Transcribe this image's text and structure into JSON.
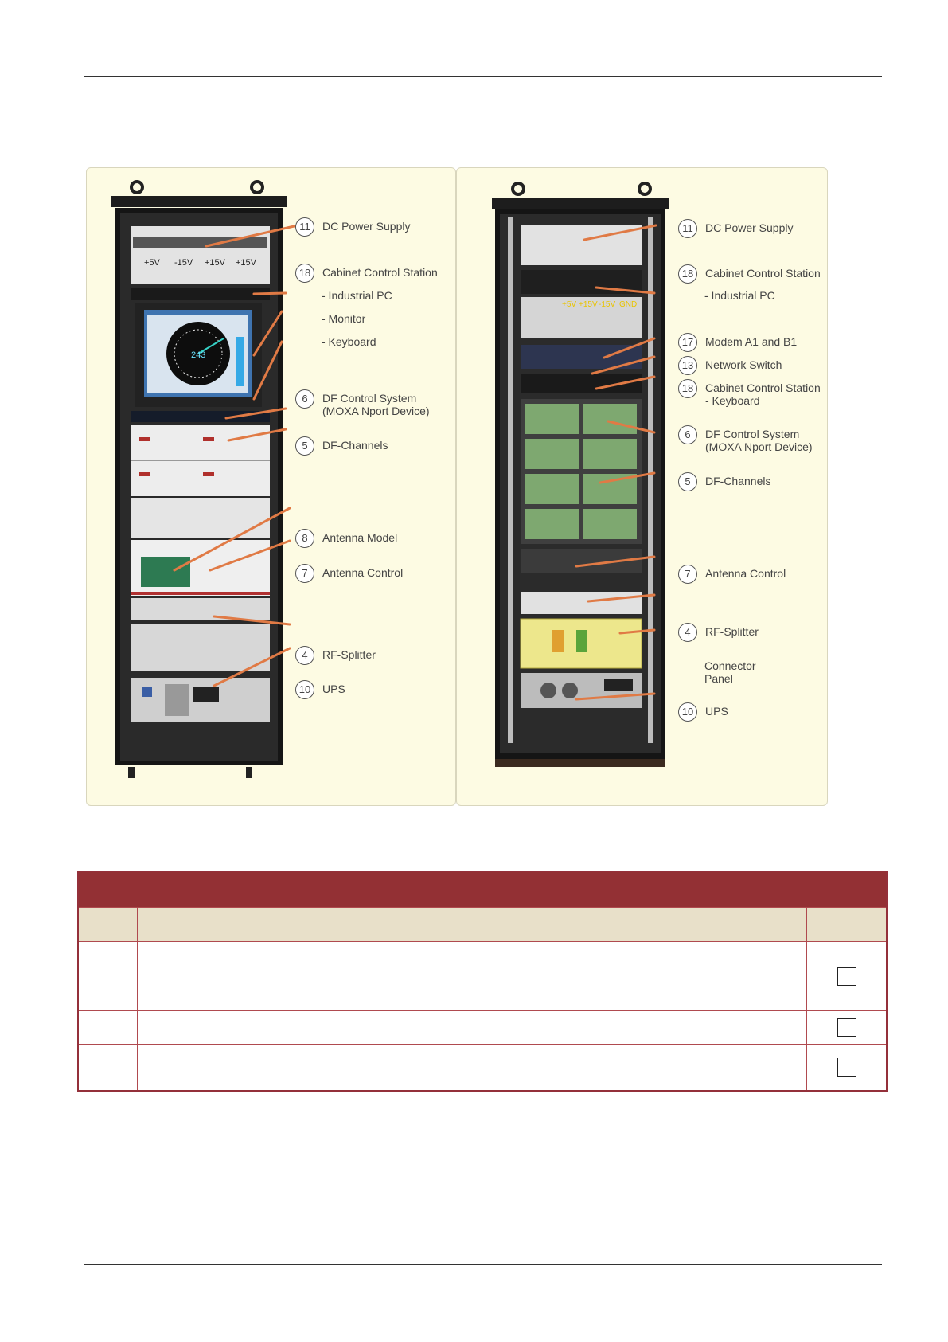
{
  "front_panel": {
    "voltage_labels": [
      "+5V",
      "-15V",
      "+15V",
      "+15V"
    ],
    "callouts": [
      {
        "num": "11",
        "label": "DC Power Supply"
      },
      {
        "num": "18",
        "label": "Cabinet Control Station"
      },
      {
        "num": "6",
        "label": "DF Control System\n(MOXA Nport Device)"
      },
      {
        "num": "5",
        "label": "DF-Channels"
      },
      {
        "num": "8",
        "label": "Antenna Model"
      },
      {
        "num": "7",
        "label": "Antenna Control"
      },
      {
        "num": "4",
        "label": "RF-Splitter"
      },
      {
        "num": "10",
        "label": "UPS"
      }
    ],
    "sub_items": [
      "- Industrial PC",
      "- Monitor",
      "- Keyboard"
    ],
    "display_value": "243"
  },
  "rear_panel": {
    "voltage_labels": [
      "+5V",
      "+15V",
      "-15V",
      "GND"
    ],
    "callouts": [
      {
        "num": "11",
        "label": "DC Power Supply"
      },
      {
        "num": "18",
        "label": "Cabinet Control Station"
      },
      {
        "num": "17",
        "label": "Modem A1 and B1"
      },
      {
        "num": "13",
        "label": "Network Switch"
      },
      {
        "num": "18",
        "label": "Cabinet Control Station\n- Keyboard"
      },
      {
        "num": "6",
        "label": "DF Control System\n(MOXA Nport Device)"
      },
      {
        "num": "5",
        "label": "DF-Channels"
      },
      {
        "num": "7",
        "label": "Antenna Control"
      },
      {
        "num": "4",
        "label": "RF-Splitter"
      },
      {
        "num": "10",
        "label": "UPS"
      }
    ],
    "sub_items": [
      "- Industrial PC"
    ],
    "connector_label": "Connector\nPanel"
  },
  "colors": {
    "accent": "#933034",
    "panel_bg": "#fdfbe3",
    "callout_line": "#e07a45"
  }
}
